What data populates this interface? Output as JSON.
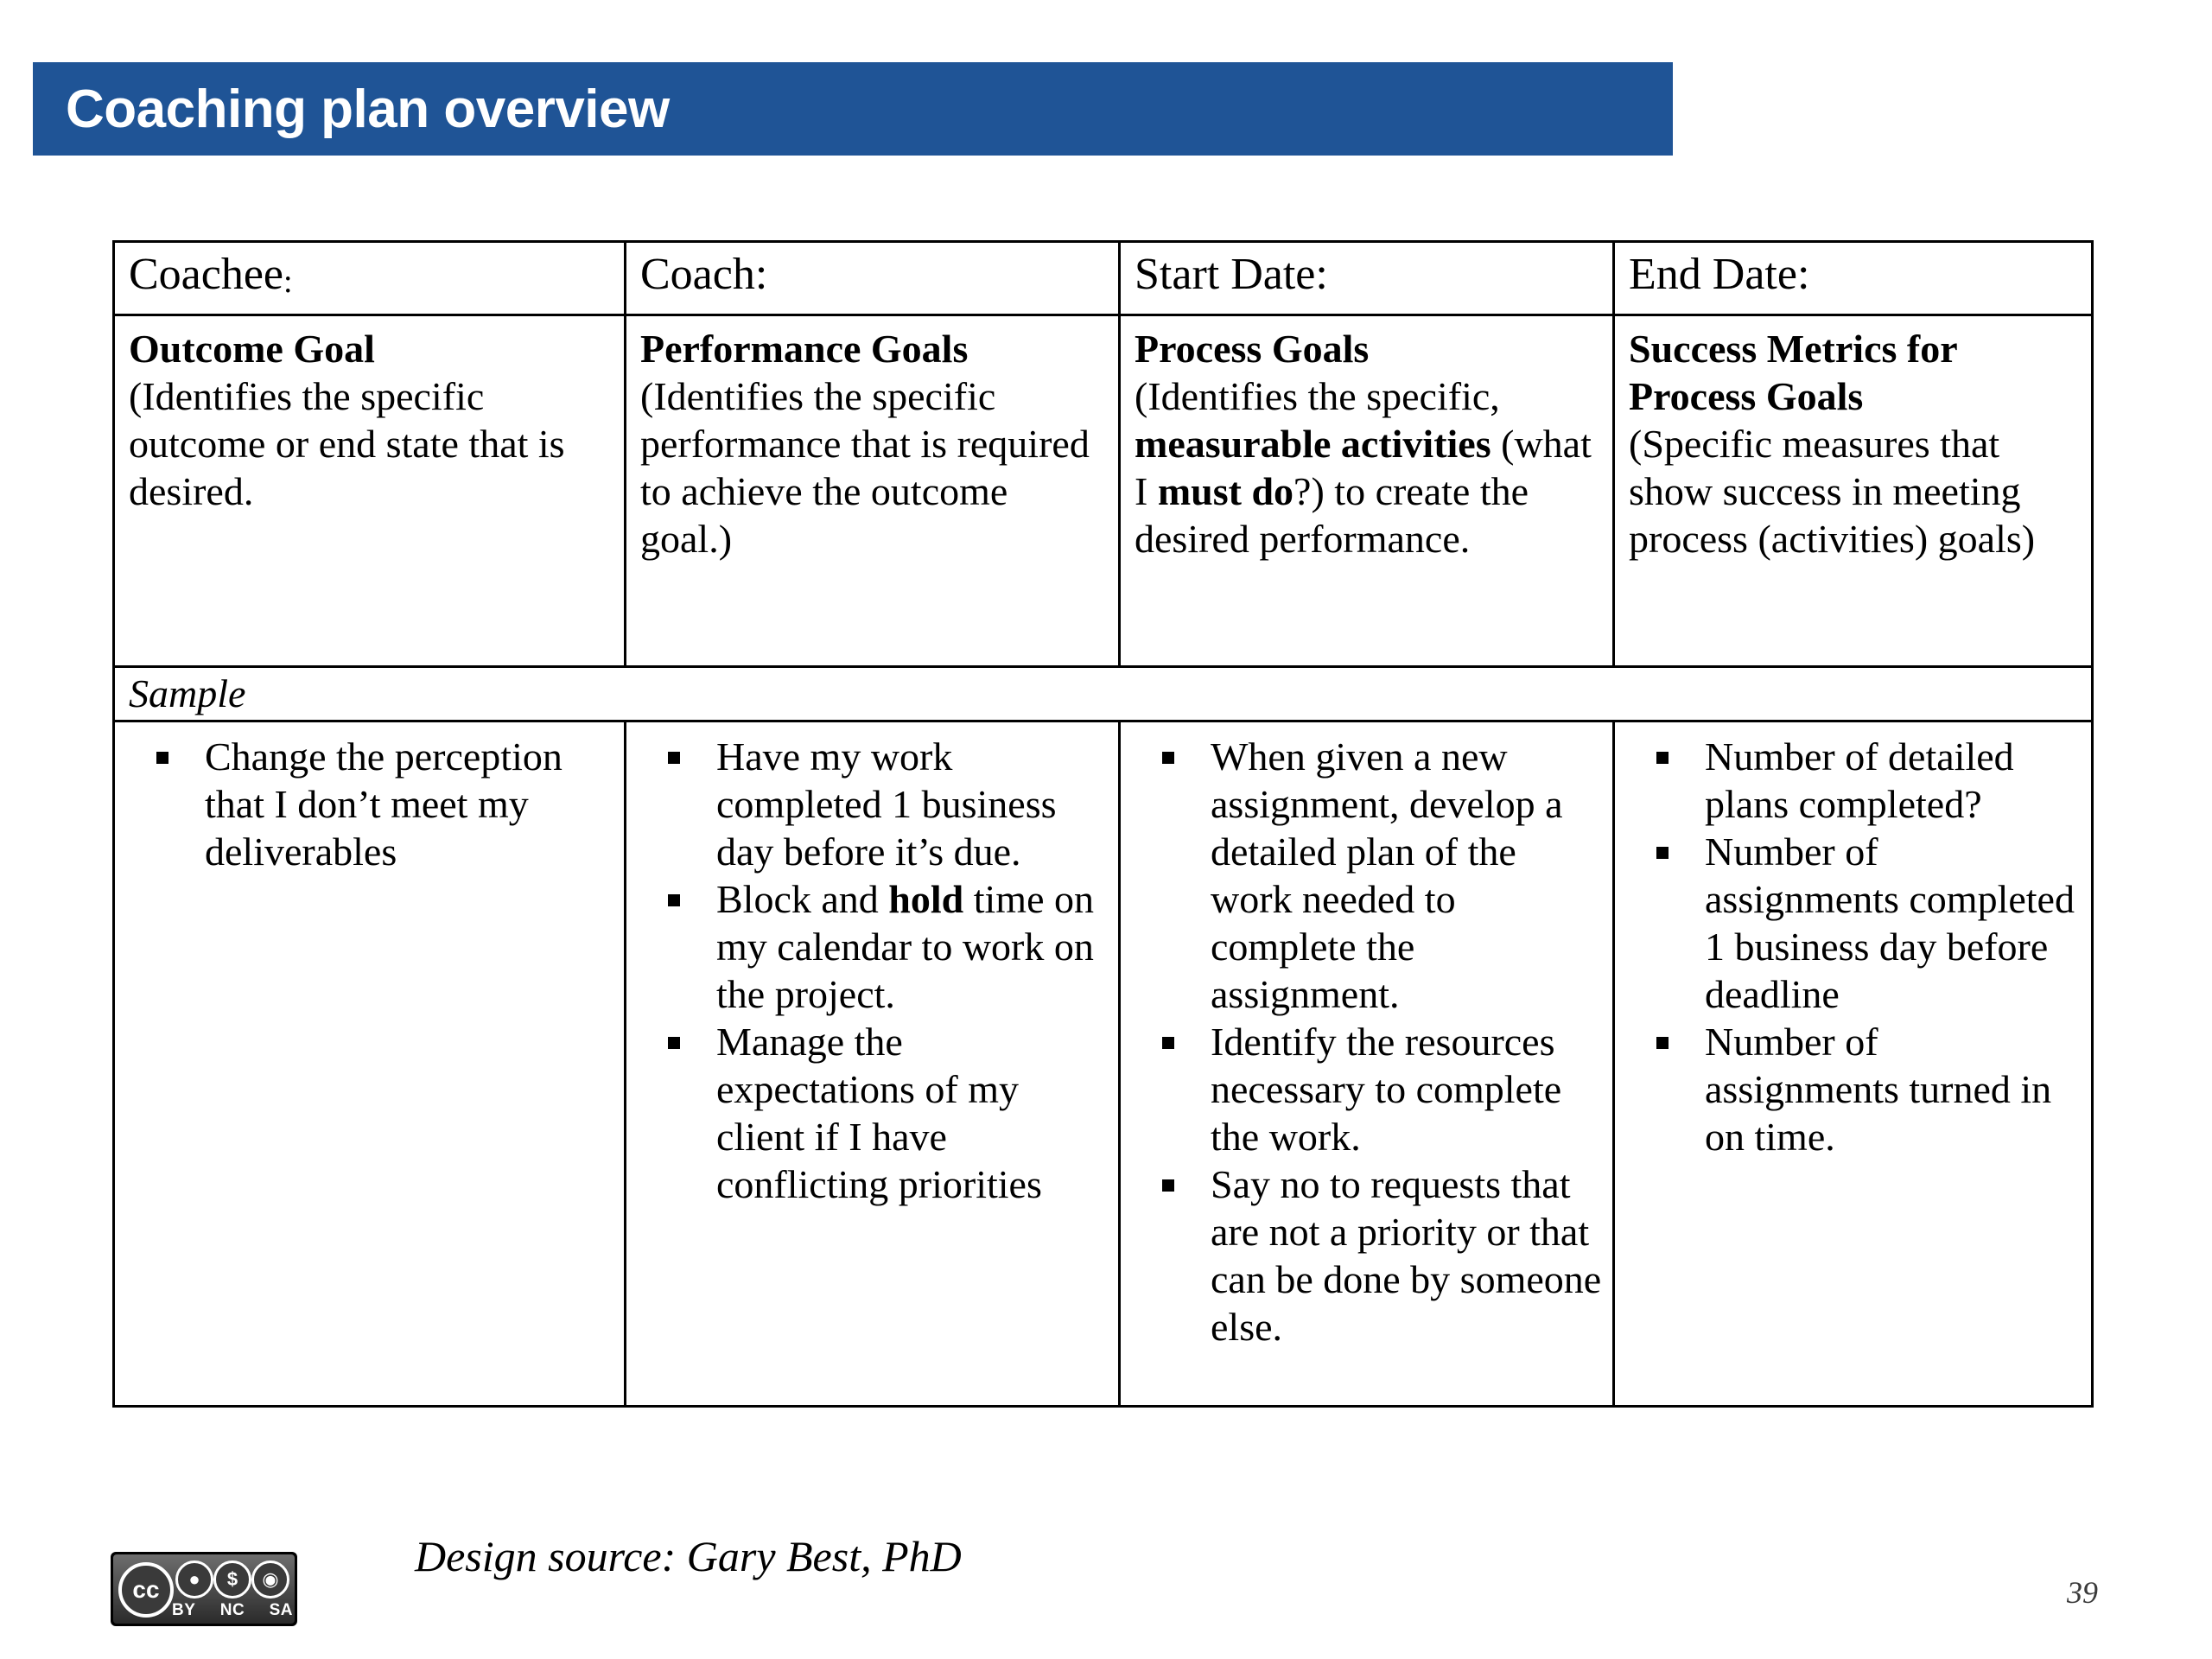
{
  "slide": {
    "title": "Coaching plan overview",
    "title_bar_color": "#1F5496",
    "page_number": "39",
    "design_source": "Design source:  Gary Best, PhD"
  },
  "table": {
    "header_row": [
      {
        "label": "Coachee",
        "colon": ":"
      },
      {
        "label": "Coach",
        "colon": ":"
      },
      {
        "label": "Start Date",
        "colon": ":"
      },
      {
        "label": "End Date",
        "colon": ":"
      }
    ],
    "definition_row": [
      {
        "title": "Outcome Goal",
        "description": "(Identifies the specific outcome or end state that is desired."
      },
      {
        "title": "Performance Goals",
        "description": " (Identifies the specific performance that is required to achieve the outcome goal.)"
      },
      {
        "title": "Process Goals",
        "desc_part_1": "(Identifies the specific, ",
        "desc_bold_1": "measurable activities",
        "desc_part_2": " (what I ",
        "desc_bold_2": "must do",
        "desc_part_3": "?) to create the desired performance."
      },
      {
        "title": "Success Metrics for Process Goals",
        "description": "(Specific measures that show success in meeting process (activities) goals)"
      }
    ],
    "sample_row_label": "Sample",
    "sample_content": [
      {
        "bullets": [
          {
            "text": "Change the perception that I don’t meet my deliverables"
          }
        ]
      },
      {
        "bullets": [
          {
            "text": "Have my work completed 1 business day before it’s due."
          },
          {
            "pre": "Block and ",
            "bold": "hold",
            "post": " time on my calendar to work on the project."
          },
          {
            "text": "Manage the expectations of my client if I have conflicting priorities"
          }
        ]
      },
      {
        "bullets": [
          {
            "text": "When given a new assignment, develop a detailed plan of the work needed to complete the assignment."
          },
          {
            "text": "Identify the resources necessary to complete the work."
          },
          {
            "text": "Say no to requests that are not a priority or that can be done by someone else."
          }
        ]
      },
      {
        "bullets": [
          {
            "text": "Number of detailed plans completed?"
          },
          {
            "text": "Number of assignments completed 1 business day before deadline"
          },
          {
            "text": "Number of assignments turned in on time."
          }
        ]
      }
    ]
  },
  "license_badge": {
    "name": "cc-by-nc-sa-badge",
    "mark": "cc",
    "terms": [
      "BY",
      "NC",
      "SA"
    ],
    "glyphs": [
      "ⓒ",
      "Ὤ8",
      "$",
      "↻"
    ]
  }
}
